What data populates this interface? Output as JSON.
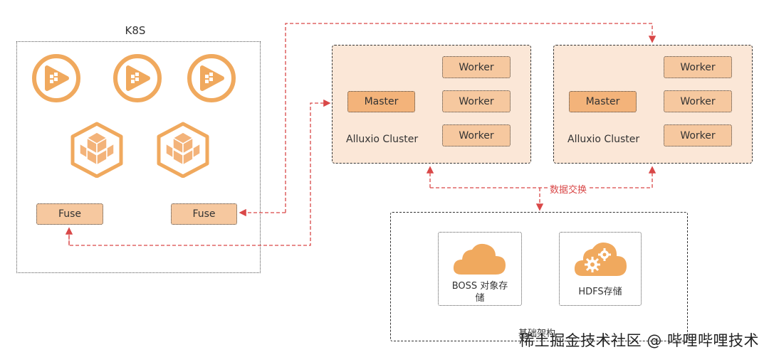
{
  "k8s": {
    "title": "K8S",
    "fuse_labels": [
      "Fuse",
      "Fuse"
    ]
  },
  "clusters": [
    {
      "master_label": "Master",
      "workers": [
        "Worker",
        "Worker",
        "Worker"
      ],
      "label": "Alluxio Cluster"
    },
    {
      "master_label": "Master",
      "workers": [
        "Worker",
        "Worker",
        "Worker"
      ],
      "label": "Alluxio Cluster"
    }
  ],
  "exchange_label": "数据交换",
  "infra": {
    "title": "基础架构",
    "storages": [
      {
        "label_line1": "BOSS 对象存",
        "label_line2": "储",
        "icon": "cloud-icon"
      },
      {
        "label_line1": "HDFS存储",
        "icon": "cloud-gears-icon"
      }
    ]
  },
  "watermark": "稀土掘金技术社区 @ 哔哩哔哩技术",
  "colors": {
    "accent_orange": "#f0a95e",
    "cluster_bg": "#fbe7d7",
    "node_fill": "#f6c89f",
    "arrow_red": "#d94848"
  },
  "icons": [
    "play-hexagon-icon",
    "cube-hexagon-icon"
  ]
}
